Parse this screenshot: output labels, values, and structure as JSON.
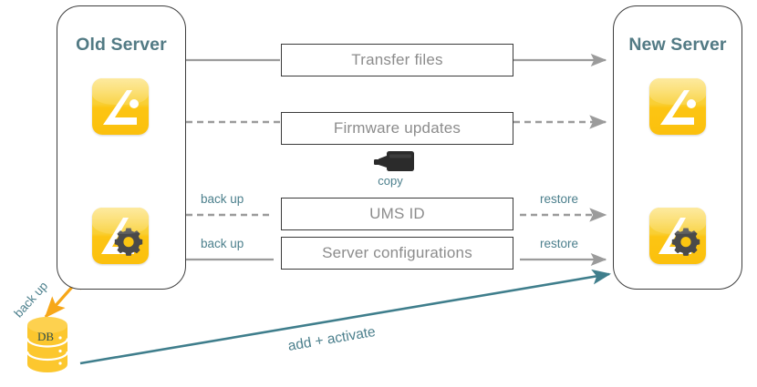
{
  "diagram": {
    "title_old": "Old Server",
    "title_new": "New Server",
    "colors": {
      "title_teal": "#527a84",
      "label_teal": "#4b7f8c",
      "box_text_gray": "#8c8c8c",
      "connector_gray": "#9b9b9b",
      "icon_yellow": "#fbc00d",
      "arrow_orange": "#f7a719",
      "diagonal_teal": "#3f7e8c",
      "panel_border": "#3d3d3d",
      "db_yellow": "#fcc72e"
    }
  },
  "panels": [
    {
      "name": "old-server",
      "title": "Old Server"
    },
    {
      "name": "new-server",
      "title": "New Server"
    }
  ],
  "flows": [
    {
      "box_label": "Transfer files",
      "left_label": "",
      "right_label": "",
      "left_style": "solid",
      "right_style": "solid"
    },
    {
      "box_label": "Firmware updates",
      "left_label": "",
      "right_label": "",
      "left_style": "dashed",
      "right_style": "dashed"
    },
    {
      "box_label": "UMS ID",
      "left_label": "back up",
      "right_label": "restore",
      "left_style": "dashed",
      "right_style": "dashed"
    },
    {
      "box_label": "Server configurations",
      "left_label": "back up",
      "right_label": "restore",
      "left_style": "solid",
      "right_style": "solid"
    }
  ],
  "usb": {
    "caption": "copy",
    "icon": "usb-otg-adapter-icon"
  },
  "database": {
    "label": "DB",
    "backup_label": "back up"
  },
  "diagonal": {
    "label": "add + activate"
  },
  "icons": {
    "app_tile": "igel-app-icon",
    "config_tile": "igel-config-gear-icon",
    "vertical_arrow": "double-arrow-vertical-icon"
  }
}
